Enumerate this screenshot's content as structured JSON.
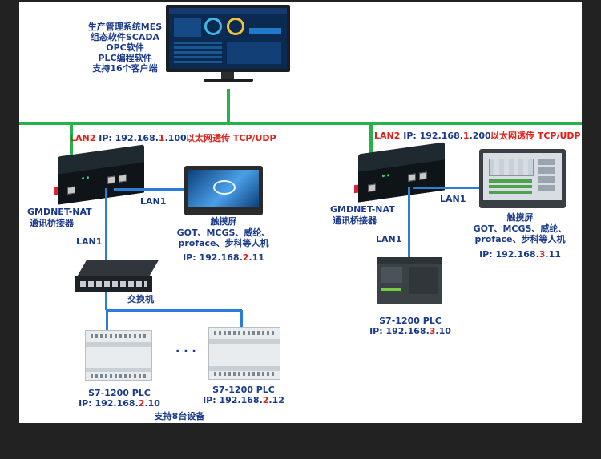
{
  "top": {
    "lines": [
      "生产管理系统MES",
      "组态软件SCADA",
      "OPC软件",
      "PLC编程软件",
      "支持16个客户端"
    ]
  },
  "left": {
    "lan2_label": "LAN2",
    "ip_prefix": "IP: 192.168.",
    "ip_subnet": "1",
    "ip_suffix": ".100",
    "passthrough": "以太网透传 TCP/UDP",
    "gateway_name": "GMDNET-NAT",
    "gateway_desc": "通讯桥接器",
    "lan1_hmi": "LAN1",
    "lan1_switch": "LAN1",
    "hmi_title": "触摸屏",
    "hmi_brands_1": "GOT、MCGS、威纶、",
    "hmi_brands_2": "proface、步科等人机",
    "hmi_ip_prefix": "IP: 192.168.",
    "hmi_ip_subnet": "2",
    "hmi_ip_suffix": ".11",
    "switch_label": "交换机",
    "ellipsis": "· · ·",
    "plc1_name": "S7-1200 PLC",
    "plc1_ip_prefix": "IP: 192.168.",
    "plc1_ip_subnet": "2",
    "plc1_ip_suffix": ".10",
    "plc2_name": "S7-1200 PLC",
    "plc2_ip_prefix": "IP: 192.168.",
    "plc2_ip_subnet": "2",
    "plc2_ip_suffix": ".12",
    "support_note": "支持8台设备"
  },
  "right": {
    "lan2_label": "LAN2",
    "ip_prefix": "IP: 192.168.",
    "ip_subnet": "1",
    "ip_suffix": ".200",
    "passthrough": "以太网透传 TCP/UDP",
    "gateway_name": "GMDNET-NAT",
    "gateway_desc": "通讯桥接器",
    "lan1_hmi": "LAN1",
    "lan1_plc": "LAN1",
    "hmi_title": "触摸屏",
    "hmi_brands_1": "GOT、MCGS、威纶、",
    "hmi_brands_2": "proface、步科等人机",
    "hmi_ip_prefix": "IP: 192.168.",
    "hmi_ip_subnet": "3",
    "hmi_ip_suffix": ".11",
    "plc_name": "S7-1200 PLC",
    "plc_ip_prefix": "IP: 192.168.",
    "plc_ip_subnet": "3",
    "plc_ip_suffix": ".10"
  },
  "colors": {
    "network_green": "#27b14a",
    "lan1_blue": "#2a7fd4",
    "label_blue": "#1a3a8c",
    "highlight_red": "#e0201a"
  }
}
